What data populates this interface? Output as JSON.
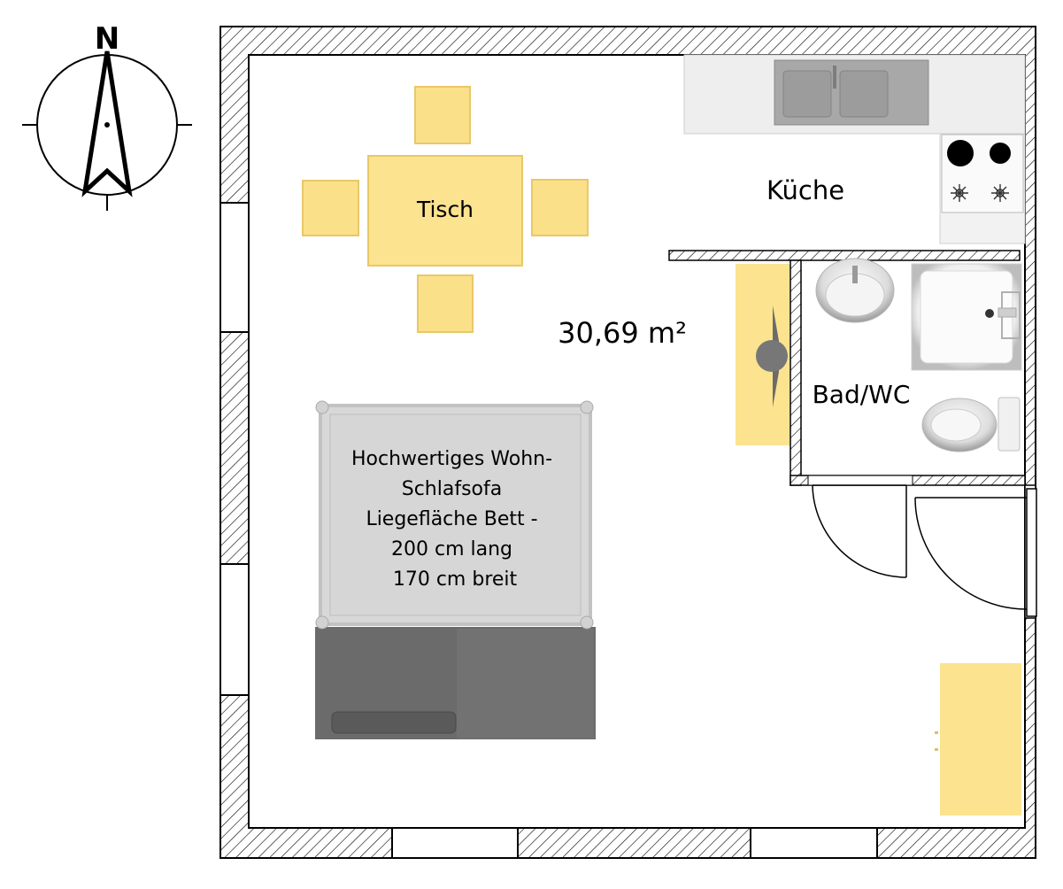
{
  "compass": {
    "north_label": "N"
  },
  "rooms": {
    "kitchen": "Küche",
    "bathroom": "Bad/WC",
    "area": "30,69 m²"
  },
  "table": {
    "label": "Tisch"
  },
  "sofa": {
    "lines": [
      "Hochwertiges Wohn-",
      "Schlafsofa",
      "Liegefläche Bett -",
      "200 cm lang",
      "170 cm breit"
    ]
  },
  "colors": {
    "furniture_yellow": "#fbe38f",
    "chair_yellow": "#fbe08a",
    "wall_line": "#000000",
    "sofa_bed": "#d6d6d6",
    "sofa_base": "#6b6b6b",
    "counter": "#eeeeee",
    "sink": "#a4a4a4"
  },
  "icons": [
    "compass-icon",
    "sink-icon",
    "stove-icon",
    "toilet-icon",
    "shower-icon",
    "washbasin-icon"
  ]
}
